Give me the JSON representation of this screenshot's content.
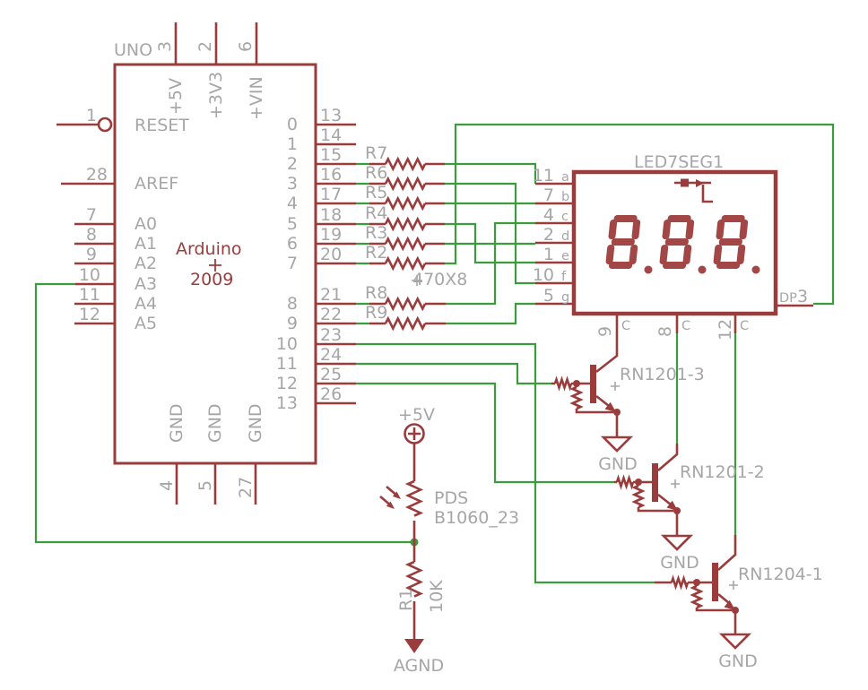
{
  "colors": {
    "component": "#9B3C3C",
    "wire": "#3C9B3C",
    "label": "#A6A6A6",
    "digit": "#A34646"
  },
  "arduino": {
    "variant": "UNO",
    "name": "Arduino",
    "year": "2009",
    "left_pins": [
      {
        "number": "1",
        "label": "RESET"
      },
      {
        "number": "28",
        "label": "AREF"
      },
      {
        "number": "7",
        "label": "A0"
      },
      {
        "number": "8",
        "label": "A1"
      },
      {
        "number": "9",
        "label": "A2"
      },
      {
        "number": "10",
        "label": "A3"
      },
      {
        "number": "11",
        "label": "A4"
      },
      {
        "number": "12",
        "label": "A5"
      }
    ],
    "right_pins": [
      {
        "number": "13",
        "label": "0"
      },
      {
        "number": "14",
        "label": "1"
      },
      {
        "number": "15",
        "label": "2"
      },
      {
        "number": "16",
        "label": "3"
      },
      {
        "number": "17",
        "label": "4"
      },
      {
        "number": "18",
        "label": "5"
      },
      {
        "number": "19",
        "label": "6"
      },
      {
        "number": "20",
        "label": "7"
      },
      {
        "number": "21",
        "label": "8"
      },
      {
        "number": "22",
        "label": "9"
      },
      {
        "number": "23",
        "label": "10"
      },
      {
        "number": "24",
        "label": "11"
      },
      {
        "number": "25",
        "label": "12"
      },
      {
        "number": "26",
        "label": "13"
      }
    ],
    "top_pins": [
      {
        "number": "3",
        "label": "+5V"
      },
      {
        "number": "2",
        "label": "+3V3"
      },
      {
        "number": "6",
        "label": "+VIN"
      }
    ],
    "bottom_pins": [
      {
        "number": "4",
        "label": "GND"
      },
      {
        "number": "5",
        "label": "GND"
      },
      {
        "number": "27",
        "label": "GND"
      }
    ]
  },
  "resistor_network": {
    "value_label": "470X8",
    "resistors": [
      {
        "name": "R7"
      },
      {
        "name": "R6"
      },
      {
        "name": "R5"
      },
      {
        "name": "R4"
      },
      {
        "name": "R3"
      },
      {
        "name": "R2"
      },
      {
        "name": "R8"
      },
      {
        "name": "R9"
      }
    ]
  },
  "display": {
    "name": "LED7SEG1",
    "value": "888.",
    "segment_pins": [
      {
        "number": "11",
        "label": "a"
      },
      {
        "number": "7",
        "label": "b"
      },
      {
        "number": "4",
        "label": "c"
      },
      {
        "number": "2",
        "label": "d"
      },
      {
        "number": "1",
        "label": "e"
      },
      {
        "number": "10",
        "label": "f"
      },
      {
        "number": "5",
        "label": "g"
      }
    ],
    "common_pins": [
      {
        "number": "9",
        "label": "C"
      },
      {
        "number": "8",
        "label": "C"
      },
      {
        "number": "12",
        "label": "C"
      }
    ],
    "dp_pin": {
      "label": "DP",
      "number": "3"
    }
  },
  "transistors": [
    {
      "name": "RN1201-3",
      "gnd_label": "GND"
    },
    {
      "name": "RN1201-2",
      "gnd_label": "GND"
    },
    {
      "name": "RN1204-1",
      "gnd_label": "GND"
    }
  ],
  "sensor": {
    "supply_label": "+5V",
    "name": "PDS",
    "part_number": "B1060_23"
  },
  "r1": {
    "name": "R1",
    "value": "10K",
    "gnd_label": "AGND"
  }
}
